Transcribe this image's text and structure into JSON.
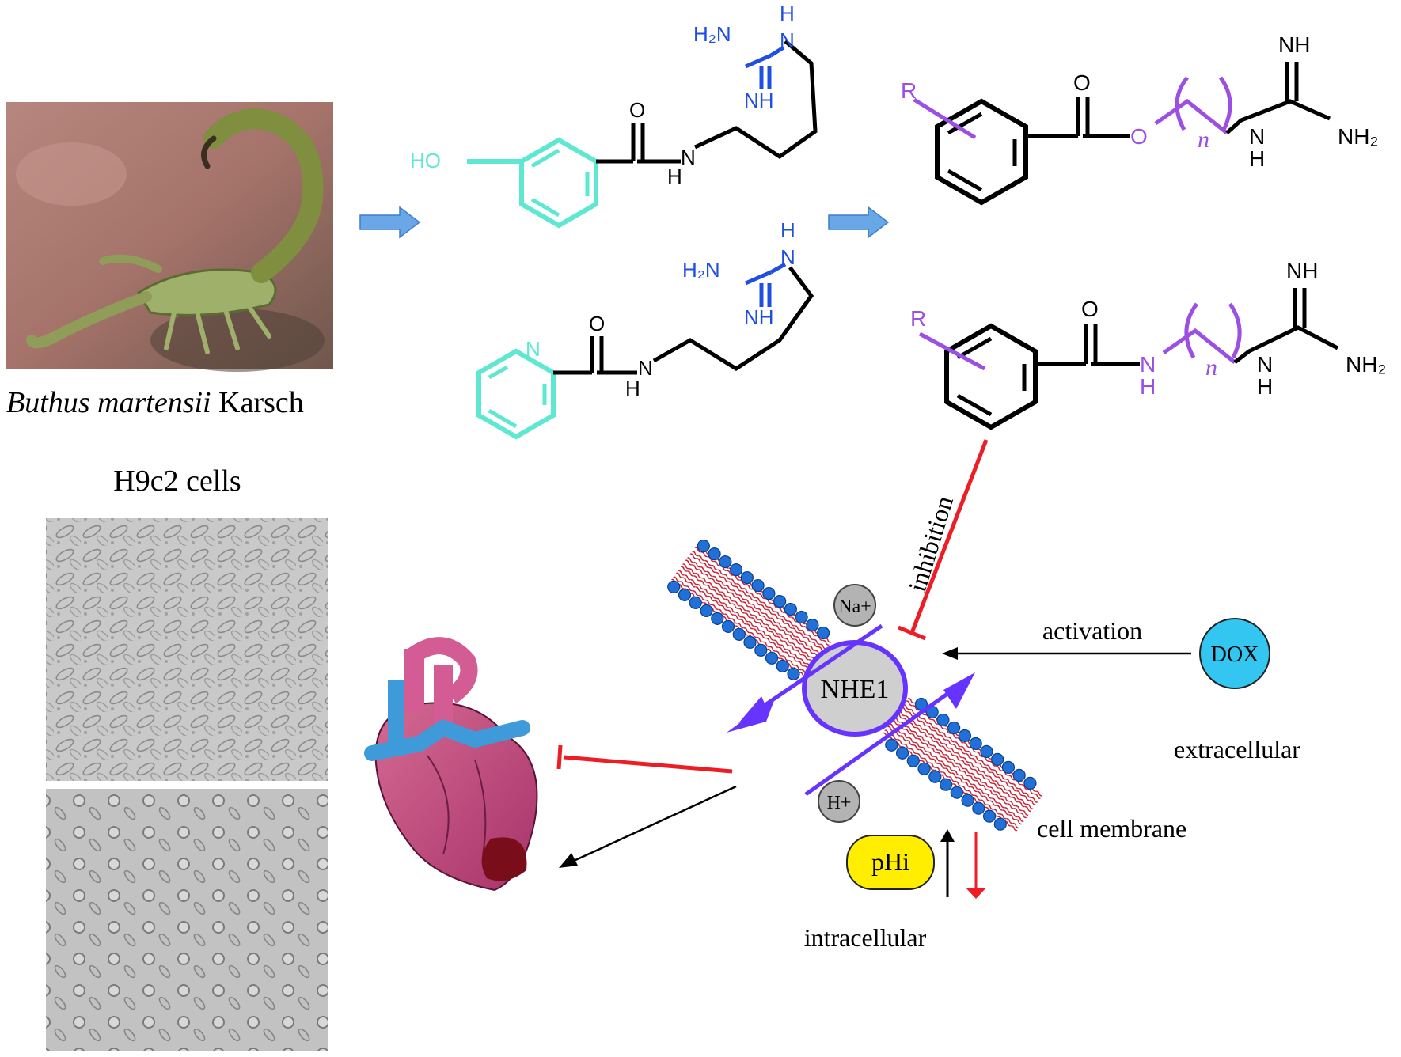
{
  "panels": {
    "species_label_italic": "Buthus martensii",
    "species_label_plain": "Karsch",
    "cells_label": "H9c2 cells"
  },
  "molecules": {
    "mol1": {
      "ho": "HO",
      "o": "O",
      "nh_n": "N",
      "nh_h": "H",
      "h2n": "H₂N",
      "n_top": "N",
      "h_top": "H",
      "nh_bottom": "NH"
    },
    "mol2": {
      "ring_n": "N",
      "o": "O",
      "nh_n": "N",
      "nh_h": "H",
      "h2n": "H₂N",
      "n_top": "N",
      "h_top": "H",
      "nh_bottom": "NH"
    },
    "mol3": {
      "r": "R",
      "o_carbonyl": "O",
      "o_ester": "O",
      "n_sub": "n",
      "nh_top": "NH",
      "nh_n": "N",
      "nh_h": "H",
      "nh2": "NH₂"
    },
    "mol4": {
      "r": "R",
      "o_carbonyl": "O",
      "n_amide": "N",
      "h_amide": "H",
      "n_sub": "n",
      "nh_top": "NH",
      "nh_n": "N",
      "nh_h": "H",
      "nh2": "NH₂"
    }
  },
  "mechanism": {
    "inhibition": "inhibition",
    "activation": "activation",
    "dox": "DOX",
    "na": "Na+",
    "nhe1": "NHE1",
    "h": "H+",
    "phi": "pHi",
    "extracellular": "extracellular",
    "cell_membrane": "cell membrane",
    "intracellular": "intracellular"
  },
  "colors": {
    "cyan": "#5ee8d2",
    "blue": "#1f4fe0",
    "purple": "#9b4fe3",
    "red": "#ee1c25",
    "dox": "#33c6f0",
    "phi": "#ffee00",
    "arrow_blue": "#6aa7e6",
    "violet": "#6633ff"
  }
}
